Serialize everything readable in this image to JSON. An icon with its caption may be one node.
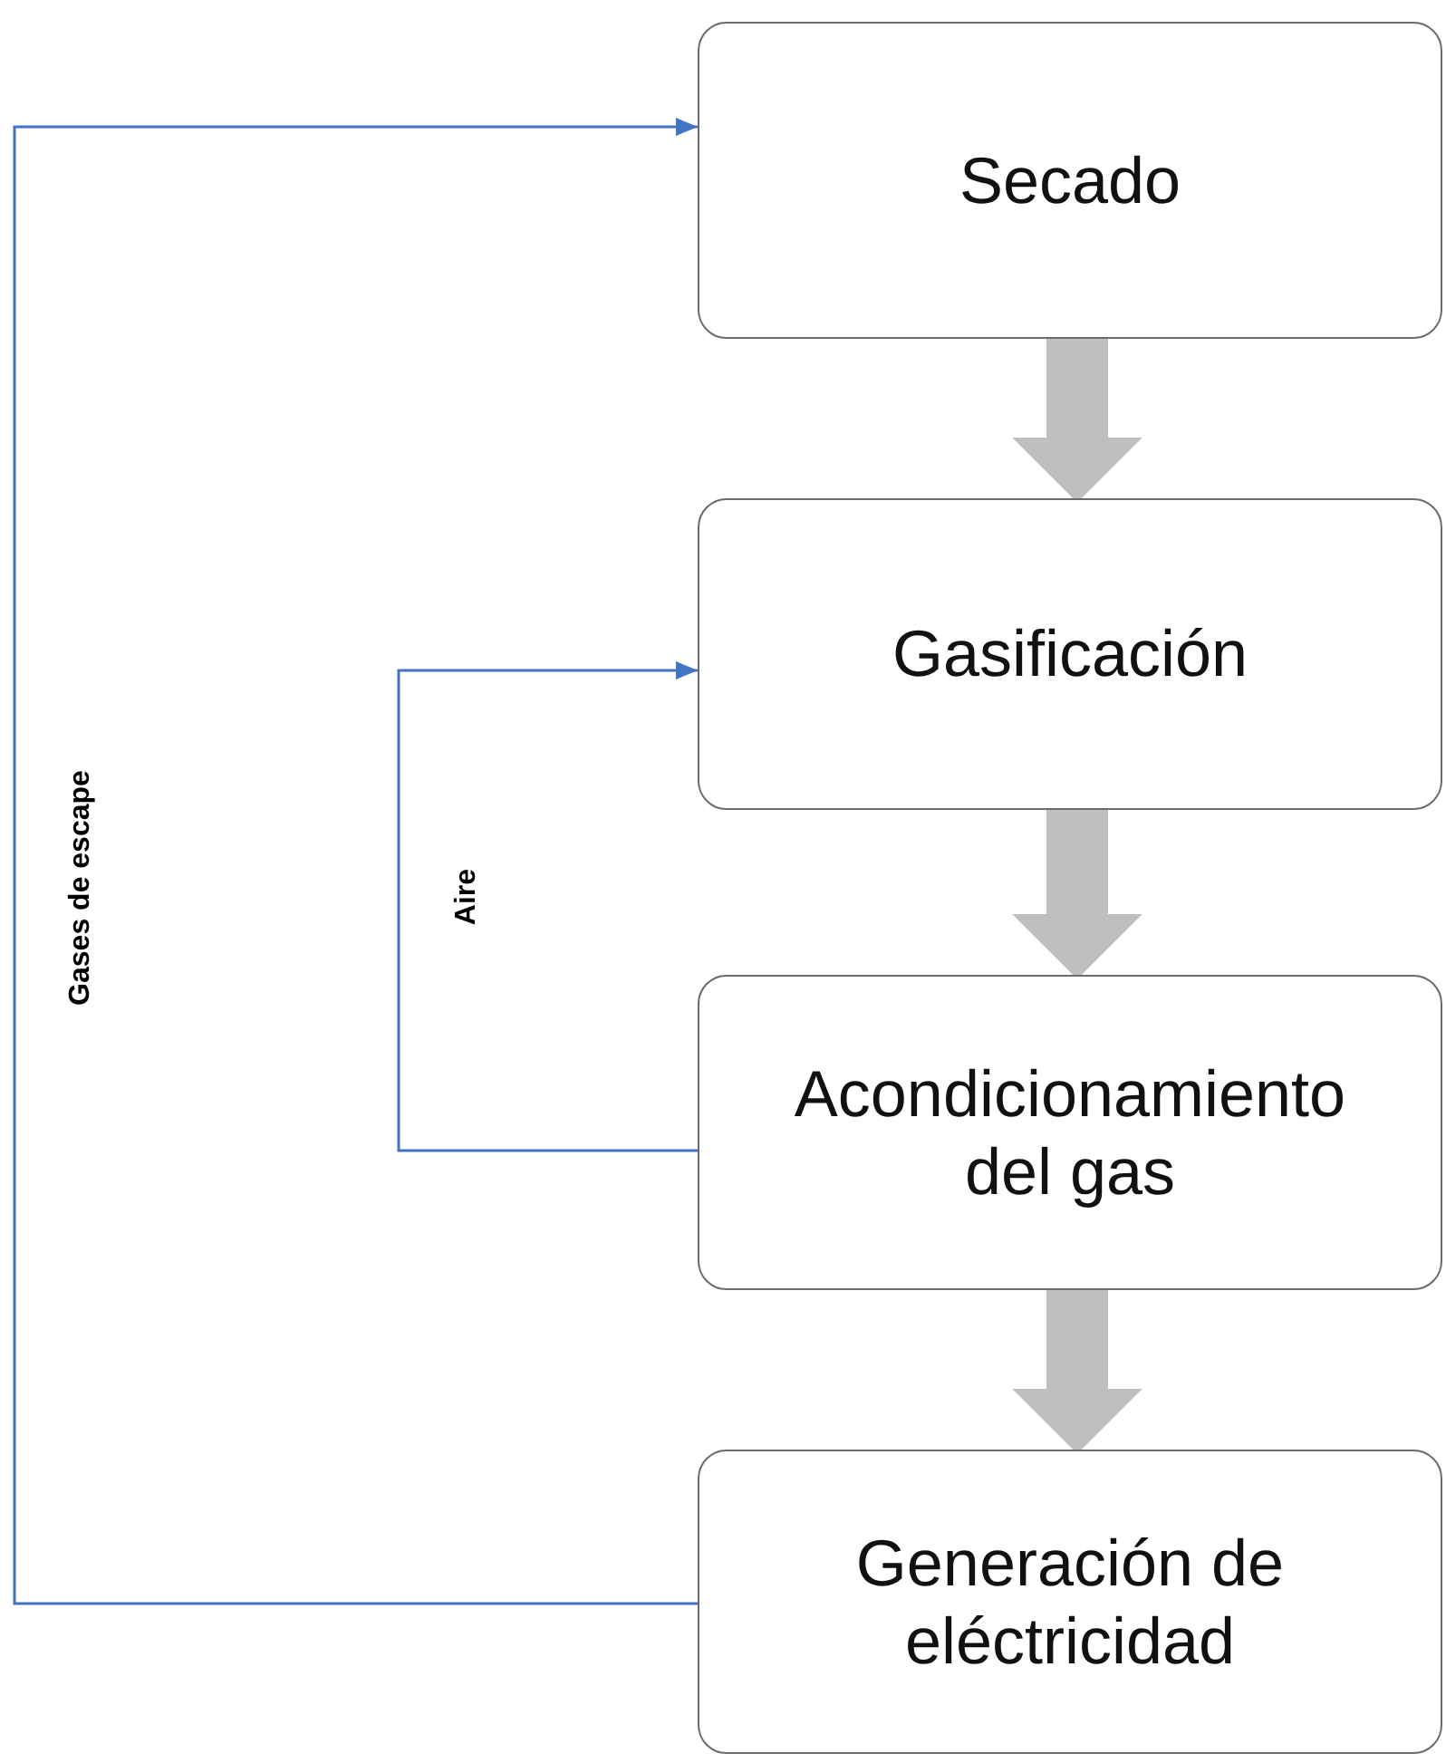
{
  "diagram": {
    "nodes": [
      {
        "text": [
          "Secado"
        ]
      },
      {
        "text": [
          "Gasificación"
        ]
      },
      {
        "text": [
          "Acondicionamiento del gas"
        ]
      },
      {
        "text": [
          "Generación de eléctricidad"
        ]
      }
    ],
    "edges": [
      {
        "from": 0,
        "to": 1,
        "arrow": "to"
      },
      {
        "from": 1,
        "to": 2,
        "arrow": "to"
      },
      {
        "from": 2,
        "to": 3,
        "arrow": "to"
      },
      {
        "from": 2,
        "to": 1,
        "arrow": "to",
        "label": "Aire",
        "color": "#4472c4"
      },
      {
        "from": 3,
        "to": 0,
        "arrow": "to",
        "label": "Gases de escape",
        "color": "#4472c4"
      }
    ]
  }
}
